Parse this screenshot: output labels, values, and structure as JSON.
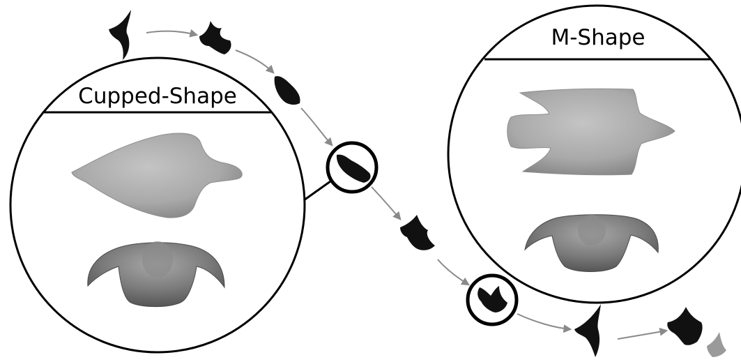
{
  "panels": {
    "left": {
      "title": "Cupped-Shape"
    },
    "right": {
      "title": "M-Shape"
    }
  },
  "colors": {
    "silhouette": "#111111",
    "arrow": "#8a8a8a",
    "outline": "#000000",
    "body_light": "#b7b7b7",
    "body_dark": "#6f6f6f",
    "background": "#ffffff"
  },
  "icons": [
    "bird-silhouette-icon",
    "arrow-icon",
    "magnifier-circle-icon",
    "wing-shape-topview",
    "wing-shape-frontview"
  ]
}
